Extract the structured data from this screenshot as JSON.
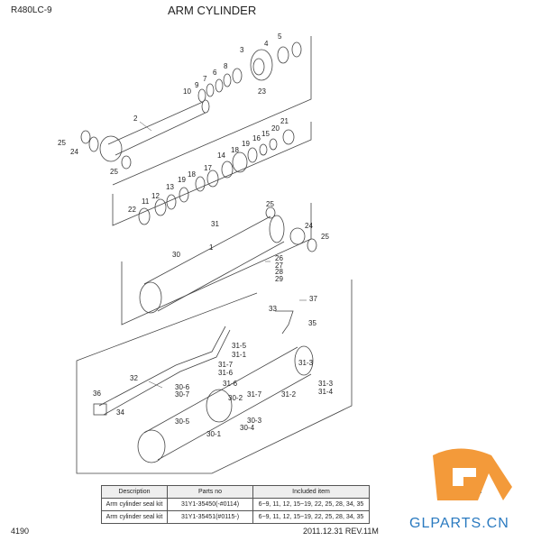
{
  "header": {
    "model": "R480LC-9",
    "title": "ARM CYLINDER"
  },
  "diagram": {
    "callouts": [
      "5",
      "4",
      "3",
      "8",
      "6",
      "7",
      "9",
      "10",
      "23",
      "2",
      "25",
      "24",
      "25",
      "21",
      "20",
      "15",
      "16",
      "19",
      "18",
      "14",
      "17",
      "18",
      "19",
      "13",
      "12",
      "11",
      "22",
      "25",
      "31",
      "24",
      "25",
      "1",
      "30",
      "26",
      "27",
      "28",
      "29",
      "37",
      "33",
      "35",
      "31-5",
      "31-1",
      "31-7",
      "31-6",
      "31-3",
      "32",
      "31-6",
      "30-6",
      "30-7",
      "31-7",
      "31-2",
      "30-2",
      "31-3",
      "31-4",
      "36",
      "34",
      "30-5",
      "30-3",
      "30-4",
      "30-1"
    ]
  },
  "table": {
    "headers": [
      "Description",
      "Parts no",
      "Included item"
    ],
    "rows": [
      [
        "Arm cylinder seal kit",
        "31Y1-35450(-#0114)",
        "6~9, 11, 12, 15~19, 22, 25, 28, 34, 35"
      ],
      [
        "Arm cylinder seal kit",
        "31Y1-35451(#0115-)",
        "6~9, 11, 12, 15~19, 22, 25, 28, 34, 35"
      ]
    ]
  },
  "footer": {
    "page": "4190",
    "revision": "2011.12.31  REV.11M"
  },
  "logo": {
    "text": "GLPARTS.CN",
    "orange": "#f39a3a",
    "blue": "#2a7ac0"
  }
}
